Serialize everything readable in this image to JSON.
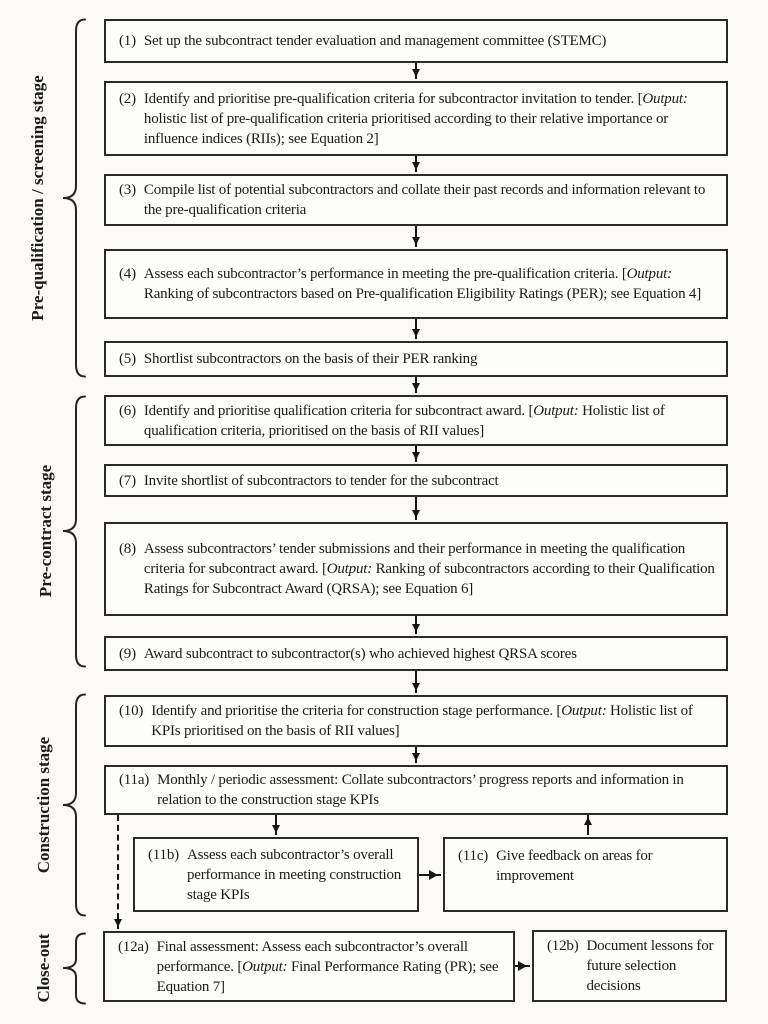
{
  "figure": {
    "type": "flowchart",
    "background": "#fbfaf8",
    "line_color": "#161616"
  },
  "stages": [
    {
      "label": "Pre-qualification / screening stage"
    },
    {
      "label": "Pre-contract stage"
    },
    {
      "label": "Construction stage"
    },
    {
      "label": "Close-out"
    }
  ],
  "boxes": [
    {
      "num": "(1)",
      "runs": [
        {
          "t": "Set up the subcontract tender evaluation and management committee (STEMC)"
        }
      ]
    },
    {
      "num": "(2)",
      "runs": [
        {
          "t": "Identify and prioritise pre-qualification criteria for subcontractor invitation to tender. ["
        },
        {
          "t": "Output:",
          "i": true
        },
        {
          "t": " holistic list of pre-qualification criteria prioritised according to their relative importance or influence indices (RIIs); see Equation 2]"
        }
      ]
    },
    {
      "num": "(3)",
      "runs": [
        {
          "t": "Compile list of potential subcontractors and collate their past records and information relevant to the pre-qualification criteria"
        }
      ]
    },
    {
      "num": "(4)",
      "runs": [
        {
          "t": "Assess each subcontractor’s performance in meeting the pre-qualification criteria. ["
        },
        {
          "t": "Output:",
          "i": true
        },
        {
          "t": " Ranking of subcontractors based on Pre-qualification Eligibility Ratings (PER); see Equation 4]"
        }
      ]
    },
    {
      "num": "(5)",
      "runs": [
        {
          "t": "Shortlist subcontractors on the basis of their PER ranking"
        }
      ]
    },
    {
      "num": "(6)",
      "runs": [
        {
          "t": "Identify and prioritise qualification criteria for subcontract award. ["
        },
        {
          "t": "Output:",
          "i": true
        },
        {
          "t": " Holistic list of qualification criteria, prioritised on the basis of RII values]"
        }
      ]
    },
    {
      "num": "(7)",
      "runs": [
        {
          "t": "Invite shortlist of subcontractors to tender for the subcontract"
        }
      ]
    },
    {
      "num": "(8)",
      "runs": [
        {
          "t": "Assess subcontractors’ tender submissions and their performance in meeting the qualification criteria for subcontract award. ["
        },
        {
          "t": "Output:",
          "i": true
        },
        {
          "t": " Ranking of subcontractors according to their Qualification Ratings for Subcontract Award (QRSA); see Equation 6]"
        }
      ]
    },
    {
      "num": "(9)",
      "runs": [
        {
          "t": "Award subcontract to subcontractor(s) who achieved highest QRSA scores"
        }
      ]
    },
    {
      "num": "(10)",
      "runs": [
        {
          "t": "Identify and prioritise the criteria for construction stage performance. ["
        },
        {
          "t": "Output:",
          "i": true
        },
        {
          "t": " Holistic list of KPIs prioritised on the basis of RII values]"
        }
      ]
    },
    {
      "num": "(11a)",
      "runs": [
        {
          "t": "Monthly / periodic assessment: Collate subcontractors’ progress reports and information in relation to the construction stage KPIs"
        }
      ]
    },
    {
      "num": "(11b)",
      "runs": [
        {
          "t": "Assess each subcontractor’s overall performance in meeting construction stage KPIs"
        }
      ]
    },
    {
      "num": "(11c)",
      "runs": [
        {
          "t": "Give feedback on areas for improvement"
        }
      ]
    },
    {
      "num": "(12a)",
      "runs": [
        {
          "t": "Final assessment: Assess each subcontractor’s overall performance. ["
        },
        {
          "t": "Output:",
          "i": true
        },
        {
          "t": " Final Performance Rating (PR); see Equation 7]"
        }
      ]
    },
    {
      "num": "(12b)",
      "runs": [
        {
          "t": "Document lessons for future selection decisions"
        }
      ]
    }
  ]
}
